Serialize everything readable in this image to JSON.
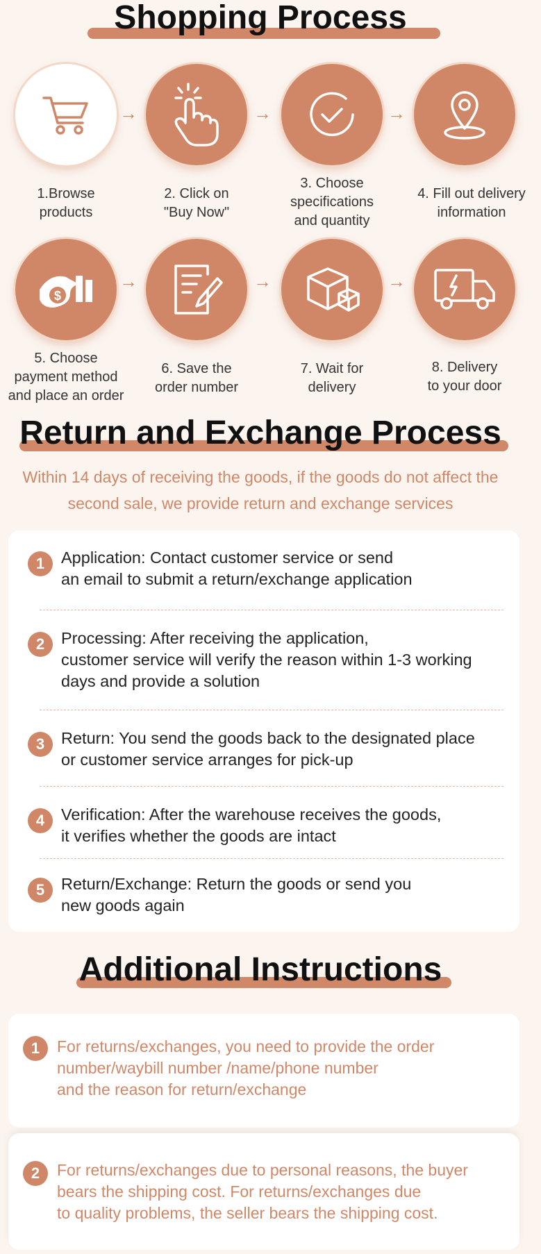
{
  "shopping": {
    "title": "Shopping Process",
    "steps": [
      {
        "label": "1.Browse\nproducts",
        "icon": "shopping-cart-icon"
      },
      {
        "label": "2. Click on\n\"Buy Now\"",
        "icon": "tap-hand-icon"
      },
      {
        "label": "3. Choose\nspecifications\nand quantity",
        "icon": "check-circle-icon"
      },
      {
        "label": "4. Fill out delivery\ninformation",
        "icon": "location-pin-icon"
      },
      {
        "label": "5. Choose\npayment method\nand place an order",
        "icon": "money-payment-icon"
      },
      {
        "label": "6. Save the\norder number",
        "icon": "document-pen-icon"
      },
      {
        "label": "7. Wait for\ndelivery",
        "icon": "package-box-icon"
      },
      {
        "label": "8. Delivery\nto your door",
        "icon": "delivery-truck-icon"
      }
    ],
    "arrow": "→"
  },
  "returns": {
    "title": "Return and Exchange Process",
    "subtitle": "Within 14 days of receiving the goods, if the goods do not affect the second sale, we provide return and exchange services",
    "items": [
      {
        "num": "1",
        "text": "Application: Contact customer service or send\nan email to submit a return/exchange application"
      },
      {
        "num": "2",
        "text": "Processing: After receiving the application,\ncustomer service will verify the reason within 1-3 working\ndays and provide a solution"
      },
      {
        "num": "3",
        "text": "Return: You send the goods back to the designated place\nor customer service arranges for pick-up"
      },
      {
        "num": "4",
        "text": "Verification: After the warehouse receives the goods,\nit verifies whether the goods are intact"
      },
      {
        "num": "5",
        "text": "Return/Exchange: Return the goods or send you\nnew goods again"
      }
    ]
  },
  "additional": {
    "title": "Additional Instructions",
    "items": [
      {
        "num": "1",
        "text": "For returns/exchanges, you need to provide the order\nnumber/waybill number /name/phone number\nand the reason for return/exchange"
      },
      {
        "num": "2",
        "text": "For returns/exchanges due to personal reasons, the buyer\nbears the shipping cost. For returns/exchanges due\nto quality problems, the seller bears the shipping cost."
      }
    ]
  },
  "colors": {
    "accent": "#d08767",
    "background": "#fbf4ef",
    "card": "#ffffff"
  }
}
